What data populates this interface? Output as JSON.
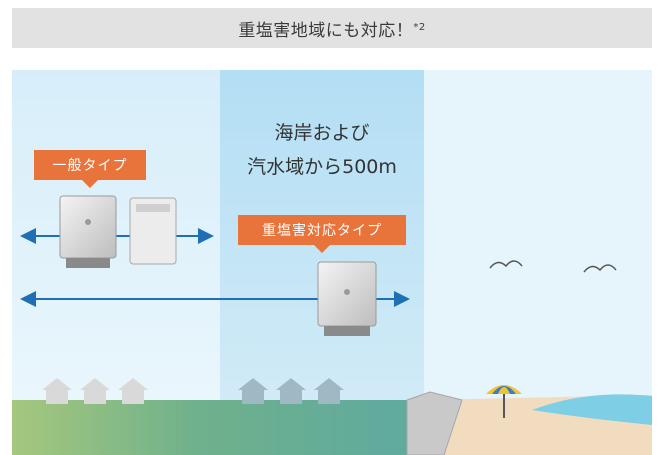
{
  "header": {
    "title": "重塩害地域にも対応！",
    "footnote": "*2"
  },
  "zone": {
    "line1": "海岸および",
    "line2": "汽水域から500m"
  },
  "labels": {
    "standard_type": "一般タイプ",
    "salt_resistant_type": "重塩害対応タイプ"
  },
  "colors": {
    "accent_orange": "#e8743b",
    "arrow_blue": "#1f6fb5",
    "sky": "#dff1fb",
    "coastal_zone": "#bfe4f6"
  }
}
